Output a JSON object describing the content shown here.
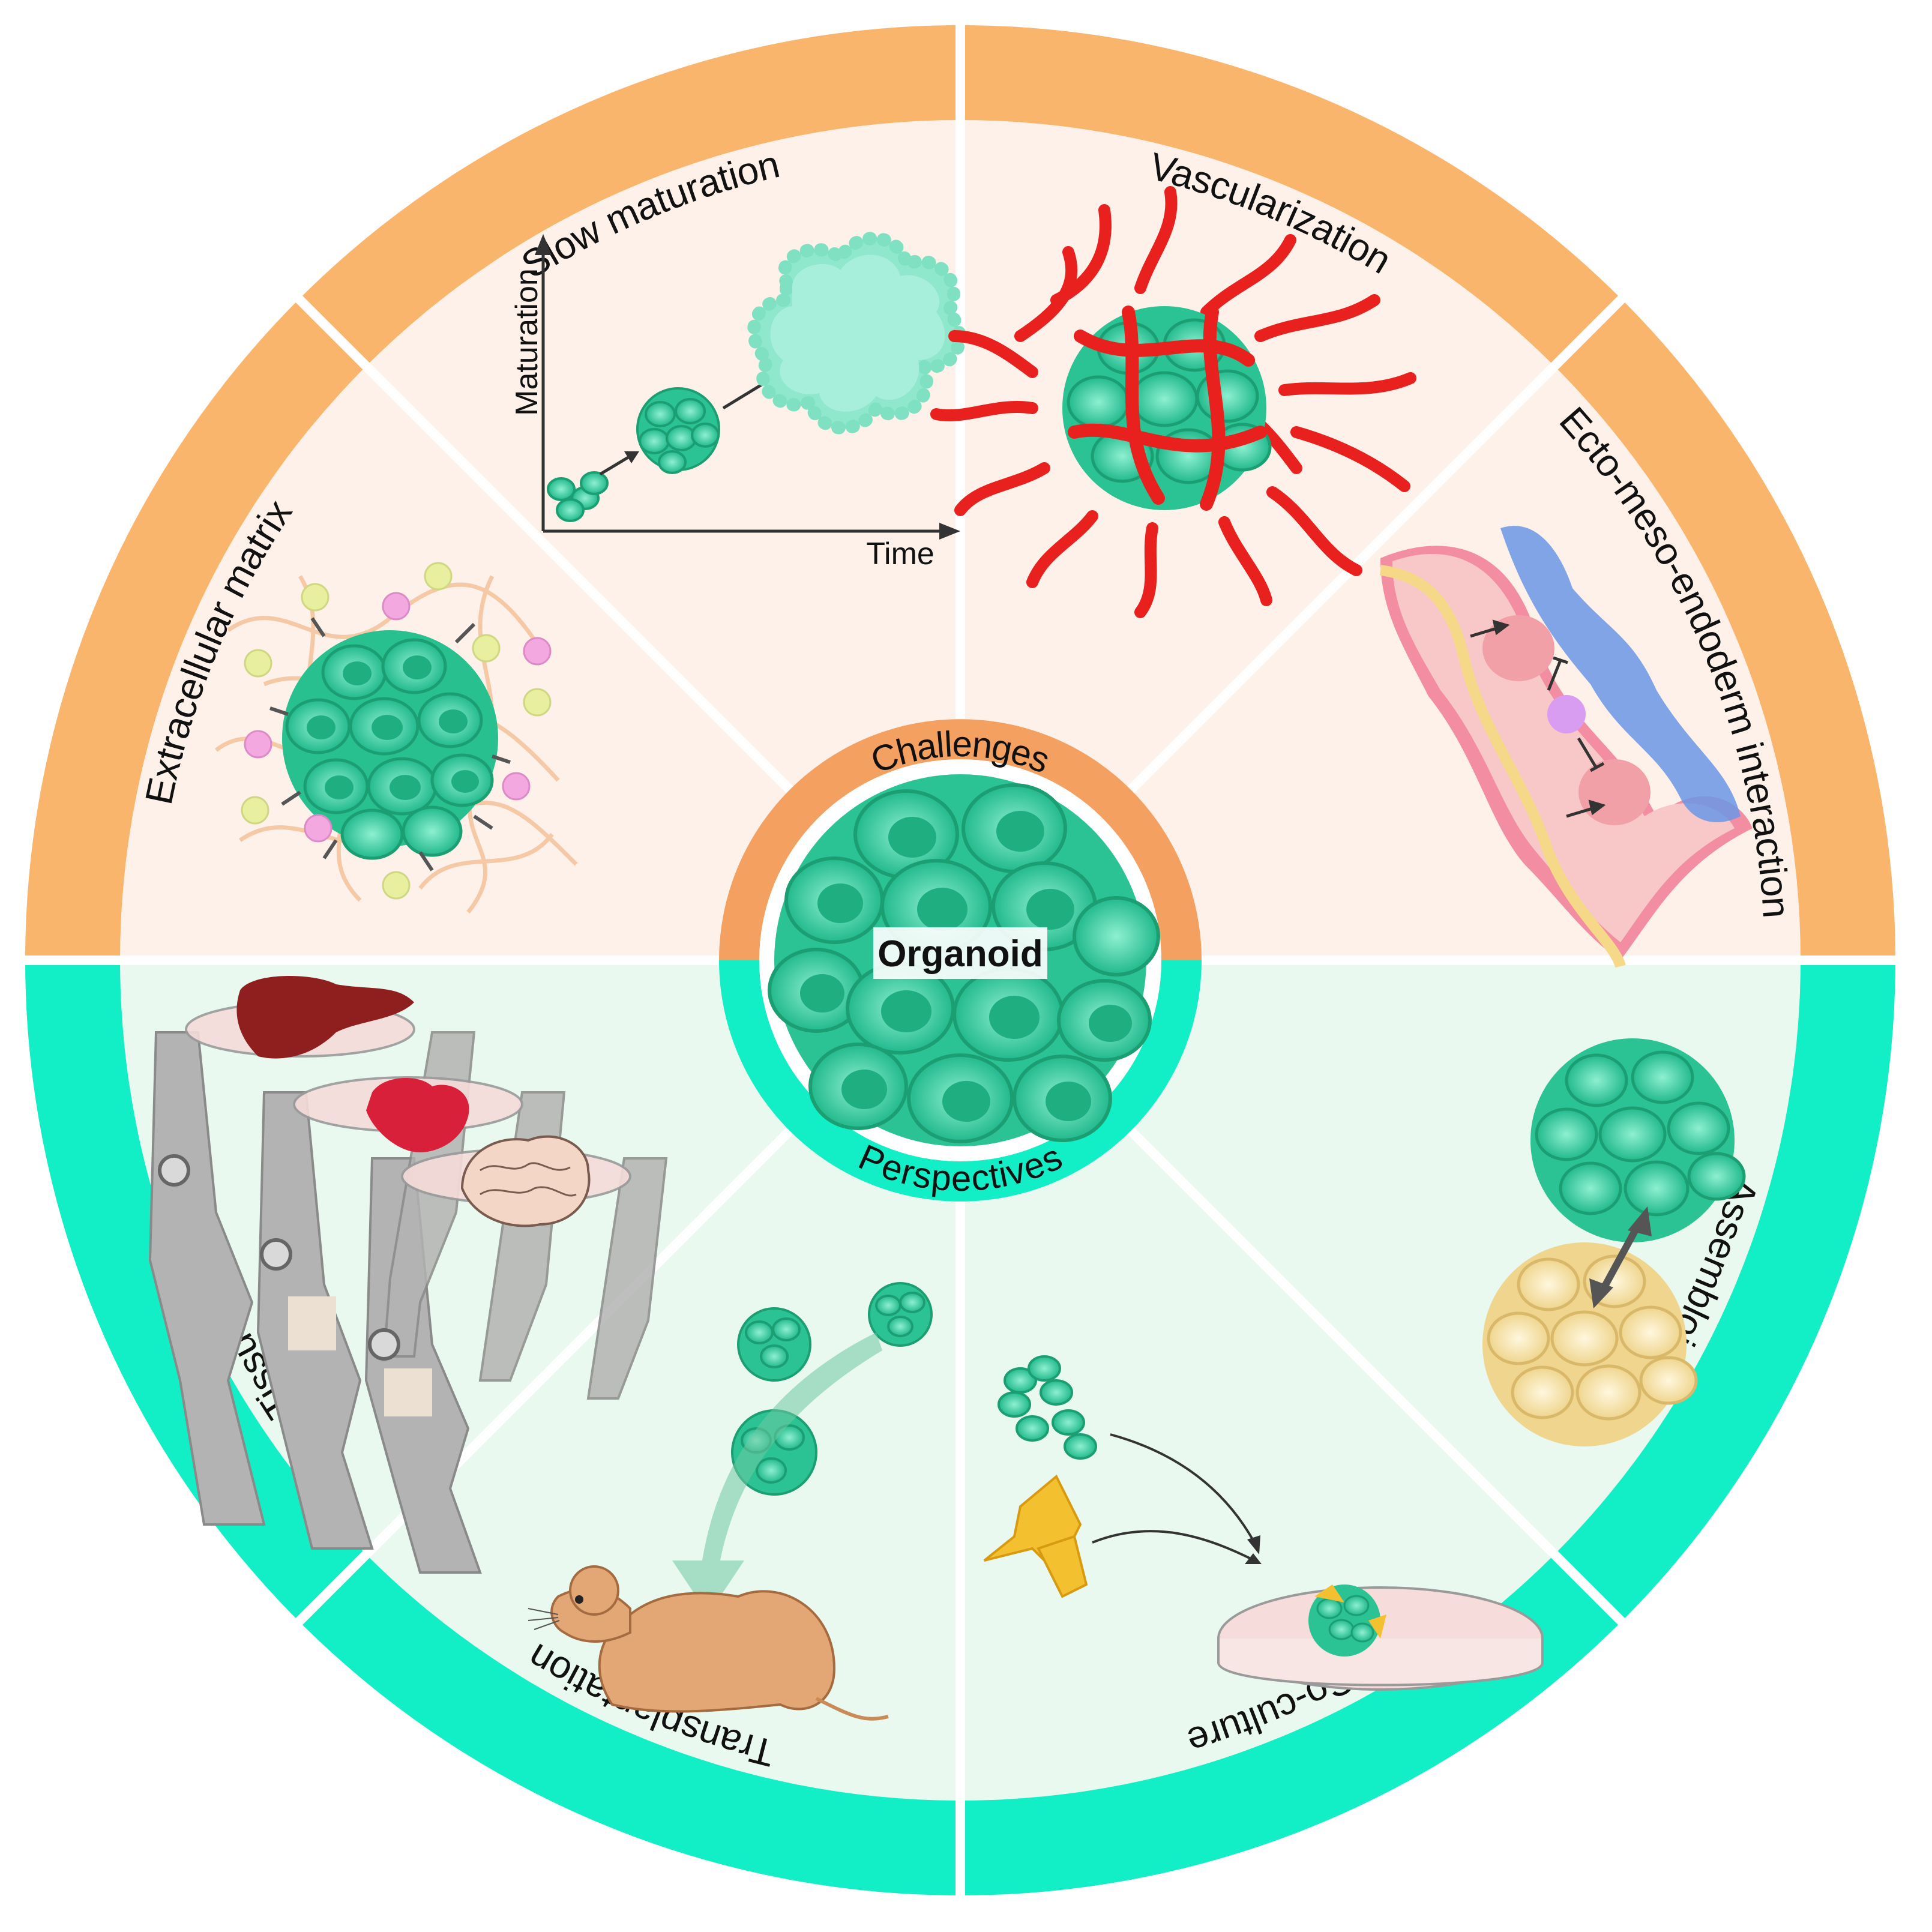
{
  "center": {
    "title": "Organoid",
    "upper_label": "Challenges",
    "lower_label": "Perspectives"
  },
  "challenges": [
    "Extracellular matrix",
    "Slow maturation",
    "Vascularization",
    "Ecto-meso-endoderm interaction"
  ],
  "perspectives": [
    "Tissue engineering",
    "Transplantation",
    "Co-culture",
    "Assembloid"
  ],
  "maturation_plot": {
    "ylabel": "Maturation",
    "xlabel": "Time"
  },
  "colors": {
    "challenge_ring": "#f9b56b",
    "challenge_fill": "#fdf1ea",
    "perspective_ring": "#12eec5",
    "perspective_fill": "#e9f9ef",
    "organoid_cell": "#2ccb9b",
    "vessel": "#e8201e"
  }
}
